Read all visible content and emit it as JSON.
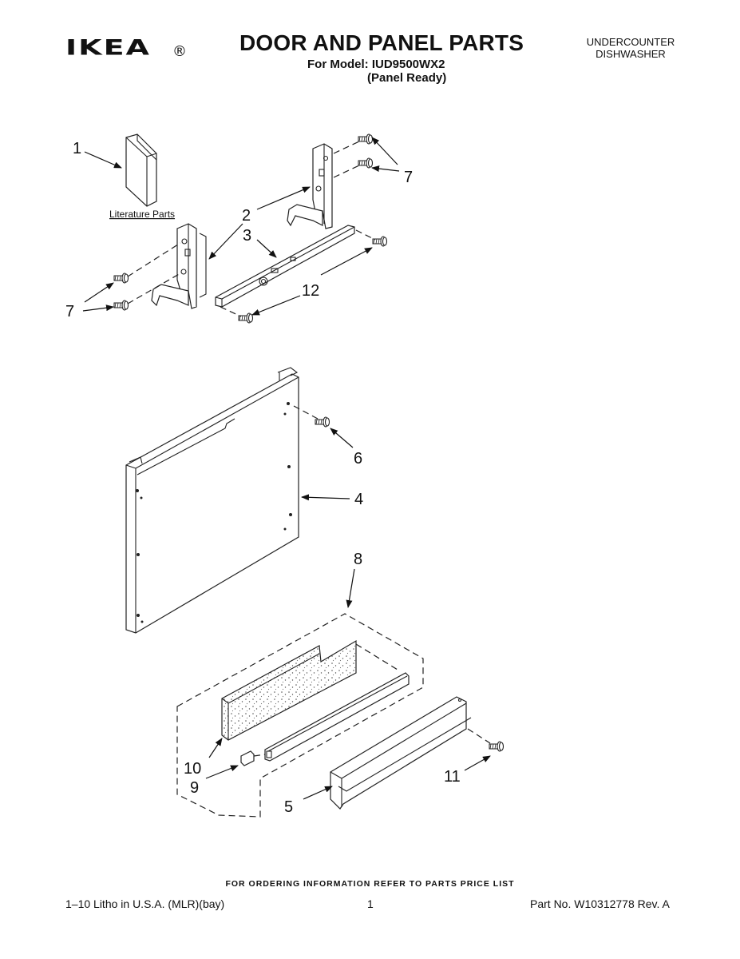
{
  "header": {
    "brand": "IKEA",
    "brand_mark": "®",
    "title": "DOOR AND PANEL PARTS",
    "model_line": "For Model: IUD9500WX2",
    "variant": "(Panel Ready)",
    "product_type_line1": "UNDERCOUNTER",
    "product_type_line2": "DISHWASHER"
  },
  "diagram": {
    "literature_label": "Literature Parts",
    "callouts": {
      "c1": "1",
      "c2": "2",
      "c3": "3",
      "c4": "4",
      "c5": "5",
      "c6": "6",
      "c7a": "7",
      "c7b": "7",
      "c8": "8",
      "c9": "9",
      "c10": "10",
      "c11": "11",
      "c12": "12"
    }
  },
  "footer": {
    "ordering_note": "FOR ORDERING INFORMATION REFER TO PARTS PRICE LIST",
    "litho": "1–10 Litho in U.S.A. (MLR)(bay)",
    "page": "1",
    "part_number": "Part No. W10312778 Rev. A"
  }
}
